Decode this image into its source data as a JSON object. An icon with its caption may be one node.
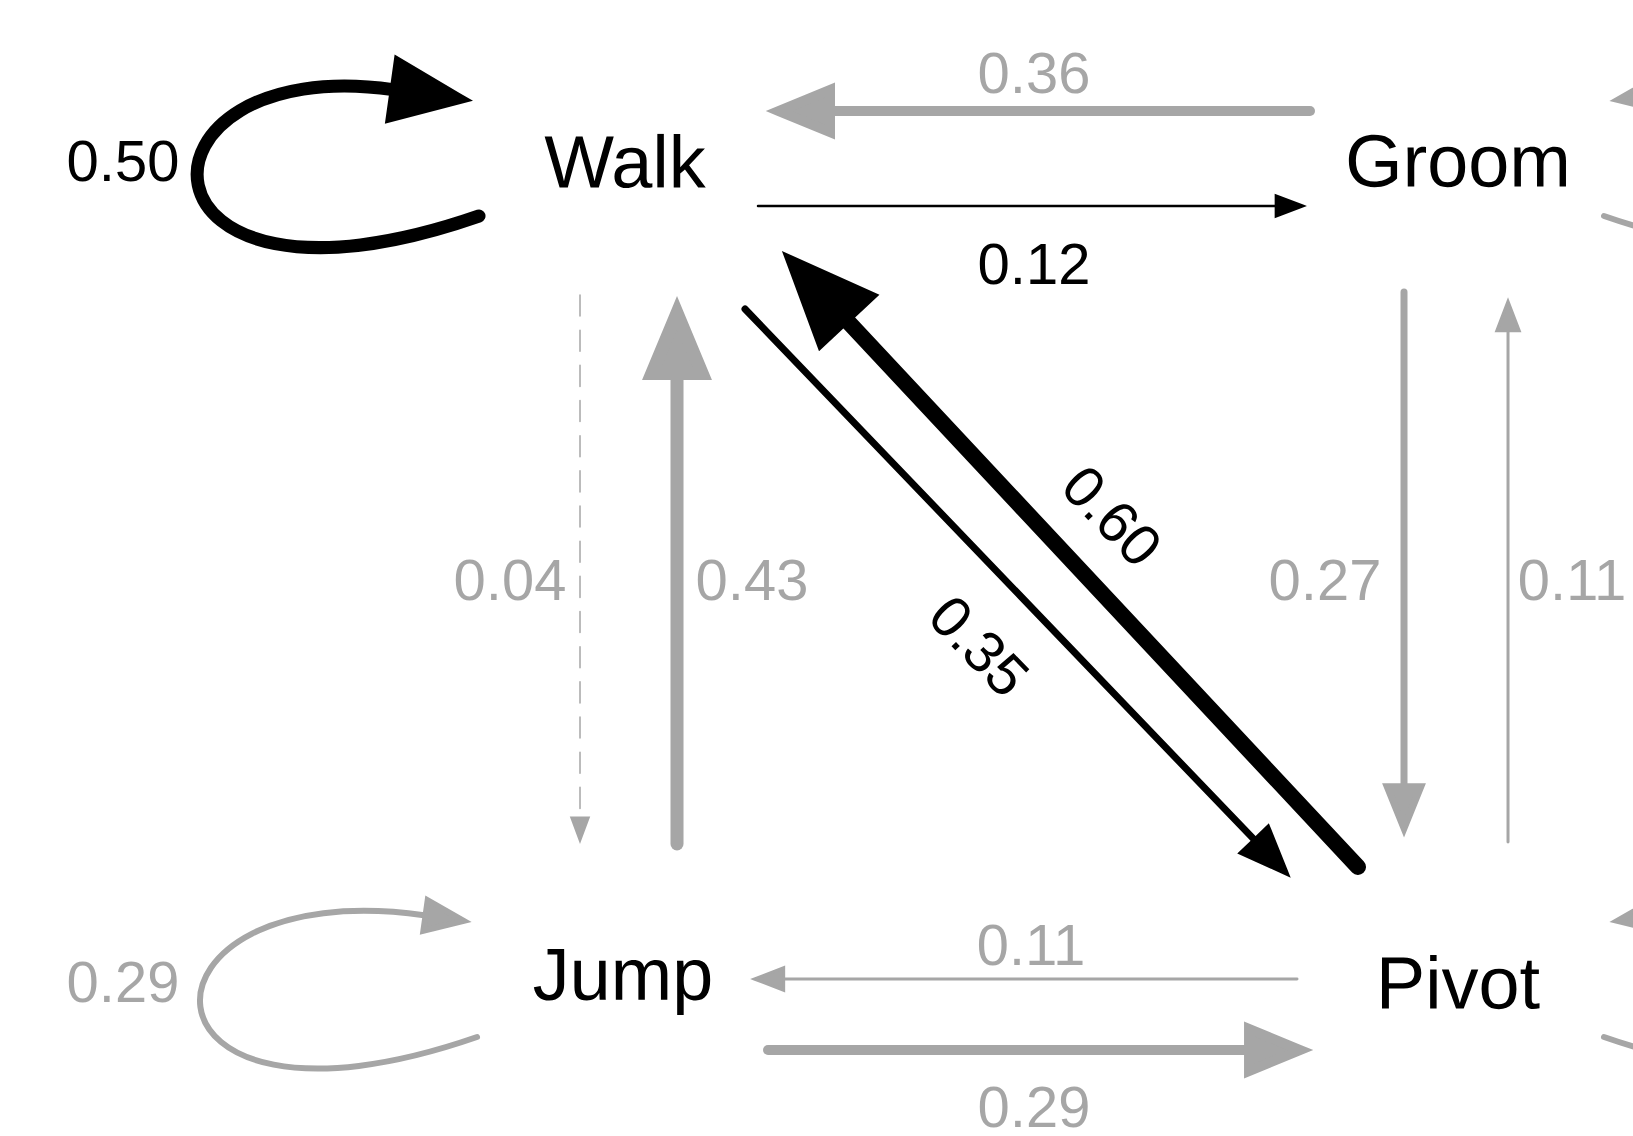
{
  "diagram": {
    "nodes": [
      {
        "text": [
          "Walk"
        ]
      },
      {
        "text": [
          "Groom"
        ]
      },
      {
        "text": [
          "Jump"
        ]
      },
      {
        "text": [
          "Pivot"
        ]
      }
    ],
    "edges": [
      {
        "from": 0,
        "to": 0,
        "arrow": "to",
        "label": "0.50",
        "style": "thick",
        "color": "#000000"
      },
      {
        "from": 1,
        "to": 0,
        "arrow": "to",
        "label": "0.36"
      },
      {
        "from": 0,
        "to": 1,
        "arrow": "to",
        "label": "0.12",
        "color": "#000000"
      },
      {
        "from": 0,
        "to": 2,
        "arrow": "to",
        "label": "0.04",
        "style": "dashed"
      },
      {
        "from": 2,
        "to": 0,
        "arrow": "to",
        "label": "0.43",
        "style": "thick"
      },
      {
        "from": 0,
        "to": 3,
        "arrow": "to",
        "label": "0.35",
        "color": "#000000"
      },
      {
        "from": 3,
        "to": 0,
        "arrow": "to",
        "label": "0.60",
        "style": "thick",
        "color": "#000000"
      },
      {
        "from": 1,
        "to": 3,
        "arrow": "to",
        "label": "0.27"
      },
      {
        "from": 3,
        "to": 1,
        "arrow": "to",
        "label": "0.11"
      },
      {
        "from": 2,
        "to": 2,
        "arrow": "to",
        "label": "0.29"
      },
      {
        "from": 3,
        "to": 2,
        "arrow": "to",
        "label": "0.11"
      },
      {
        "from": 2,
        "to": 3,
        "arrow": "to",
        "label": "0.29"
      },
      {
        "from": 1,
        "to": 1,
        "arrow": "to"
      },
      {
        "from": 3,
        "to": 3,
        "arrow": "to"
      }
    ]
  }
}
